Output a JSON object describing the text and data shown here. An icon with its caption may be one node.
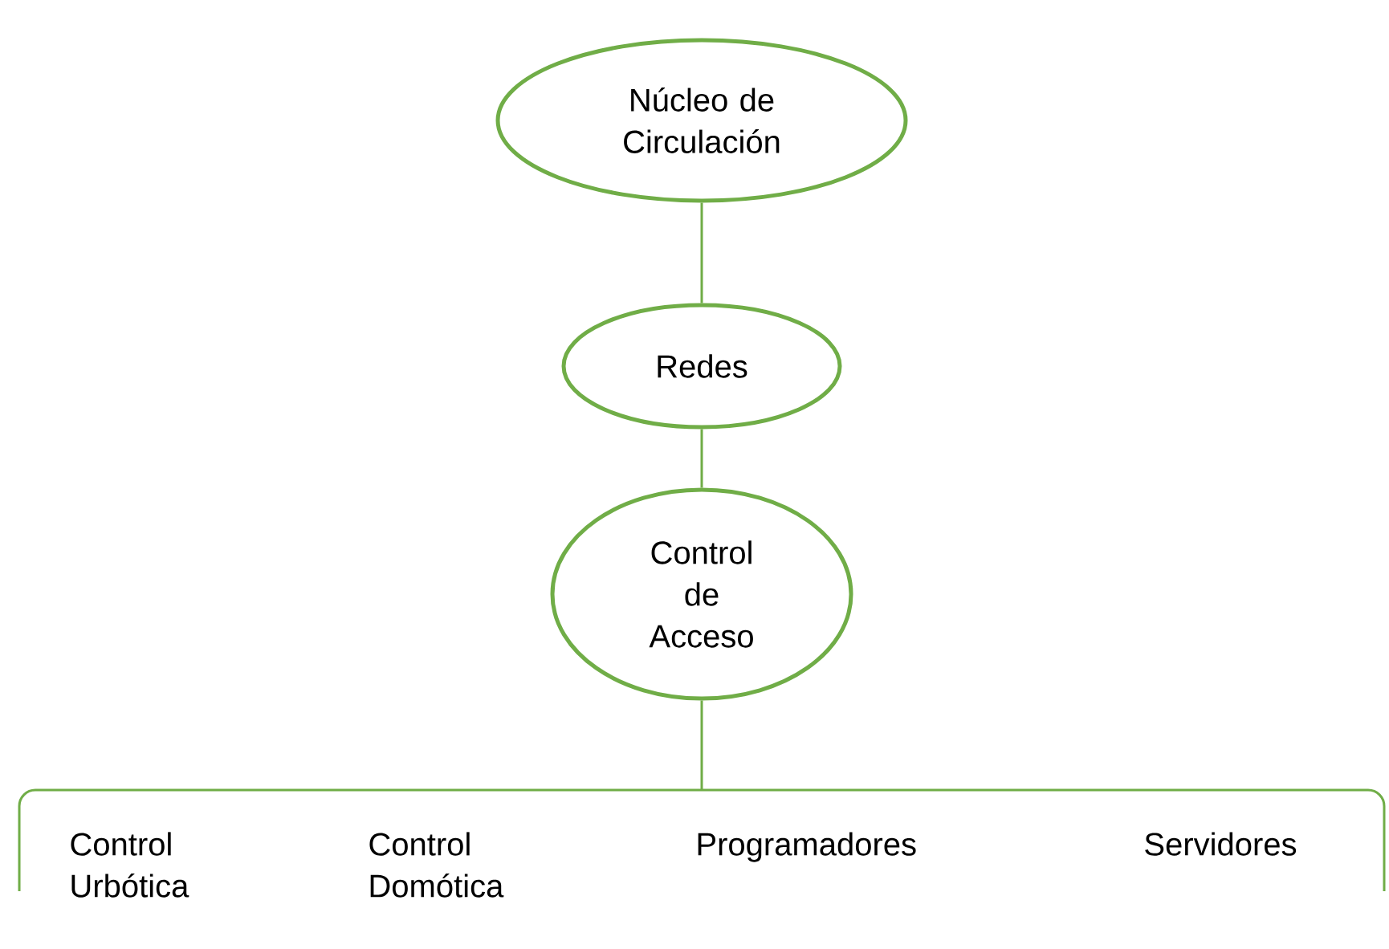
{
  "diagram": {
    "nodes": [
      {
        "text": [
          "Núcleo de Circulación"
        ]
      },
      {
        "text": [
          "Redes"
        ]
      },
      {
        "text": [
          "Control de Acceso"
        ]
      },
      {
        "text": [],
        "shape": "bracket"
      }
    ],
    "edges": [
      {
        "from": 0,
        "to": 1,
        "arrow": "none"
      },
      {
        "from": 1,
        "to": 2,
        "arrow": "none"
      },
      {
        "from": 2,
        "to": 3,
        "arrow": "none"
      }
    ],
    "labels": [
      "Control Urbótica",
      "Control Domótica",
      "Programadores",
      "Servidores"
    ]
  }
}
